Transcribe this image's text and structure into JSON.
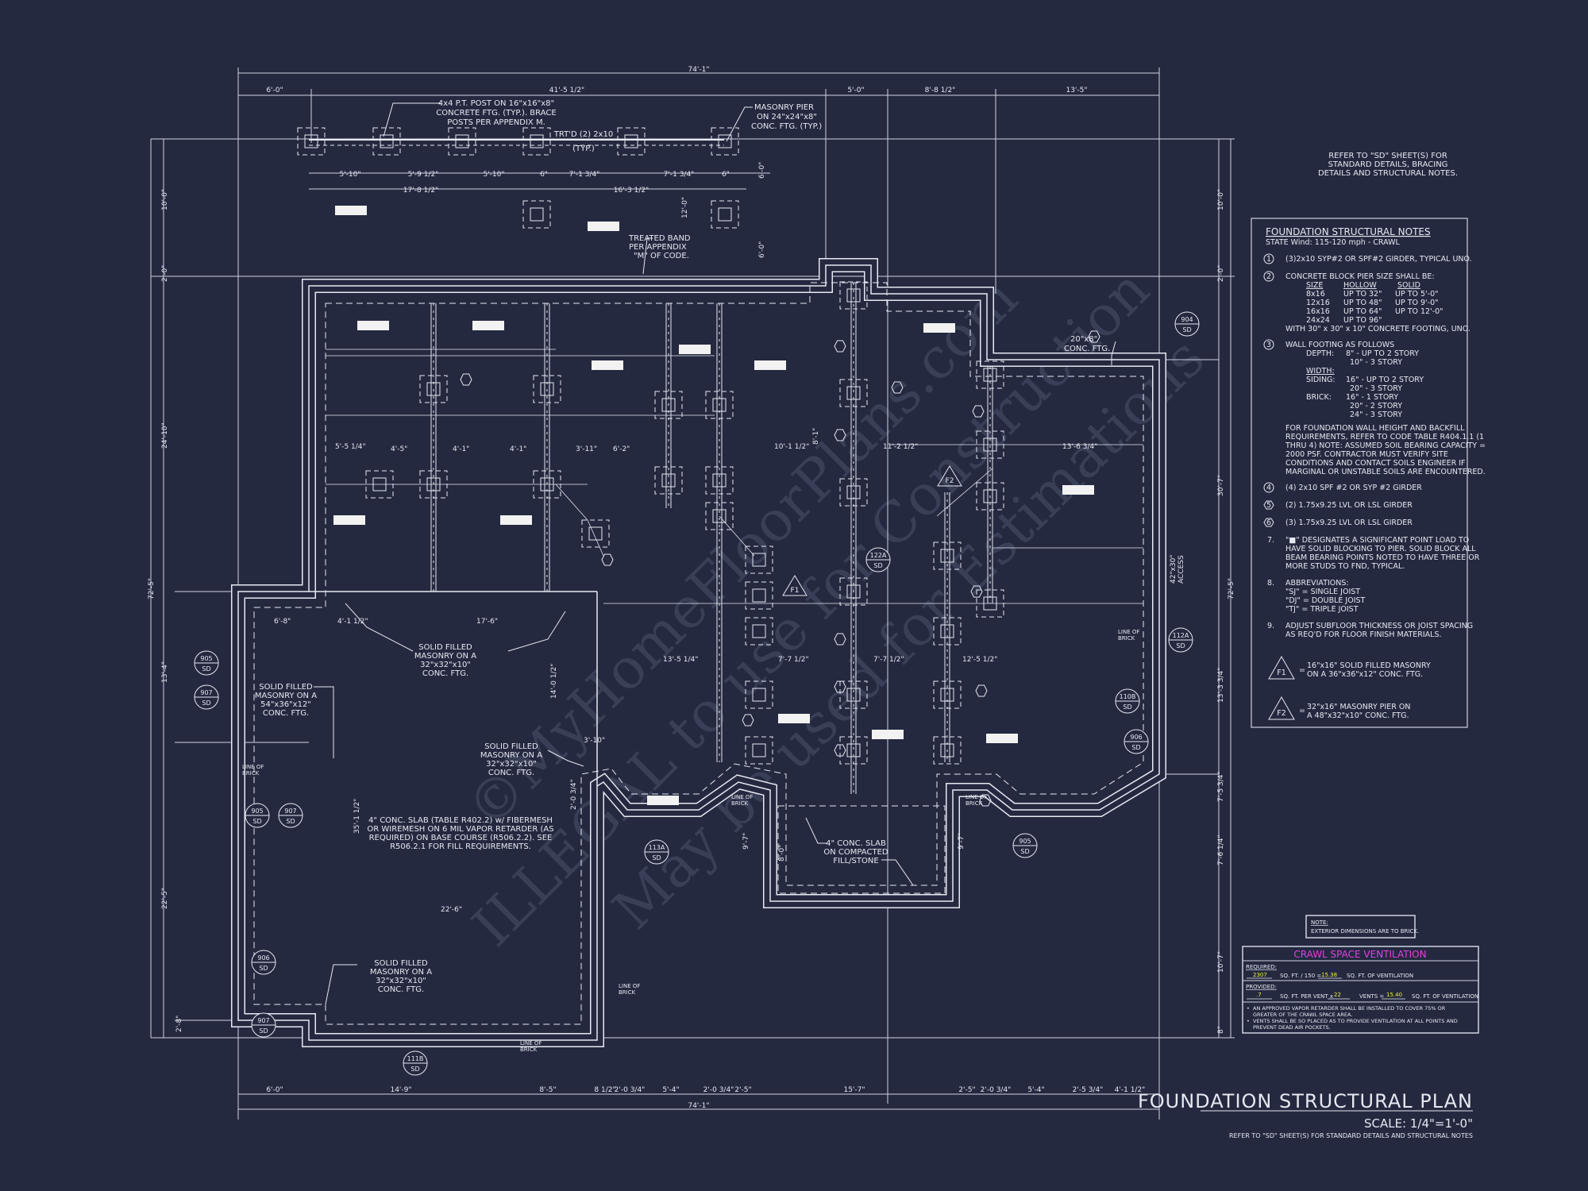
{
  "sheet": {
    "title": "FOUNDATION STRUCTURAL PLAN",
    "scale": "SCALE: 1/4\"=1'-0\"",
    "refer_footer": "REFER TO \"SD\" SHEET(S) FOR STANDARD DETAILS AND STRUCTURAL NOTES",
    "refer_top": [
      "REFER TO \"SD\"  SHEET(S) FOR",
      "STANDARD DETAILS, BRACING",
      "DETAILS AND STRUCTURAL NOTES."
    ],
    "watermark": [
      "©MyHomeFloorPlans.com",
      "ILLEGAL to use for Construction",
      "May be used for Estimations"
    ],
    "colors": {
      "background": "#242940",
      "linework": "#e6e8f0",
      "ventilation_title": "#e040e0",
      "highlight": "#f0f040"
    }
  },
  "dimensions": {
    "top_overall": "74'-1\"",
    "top": [
      "6'-0\"",
      "41'-5 1/2\"",
      "5'-0\"",
      "8'-8 1/2\"",
      "13'-5\""
    ],
    "porch_row1": [
      "5'-10\"",
      "5'-9 1/2\"",
      "5'-10\"",
      "6\"",
      "7'-1 3/4\"",
      "7'-1 3/4\"",
      "6\""
    ],
    "porch_row2": [
      "17'-8 1/2\"",
      "16'-3 1/2\""
    ],
    "porch_vertical": [
      "6'-0\"",
      "6'-0\"",
      "12'-0\""
    ],
    "left": [
      "10'-0\"",
      "2'-0\"",
      "24'-10\"",
      "72'-5\"",
      "13'-4\"",
      "22'-5\"",
      "2'-8\""
    ],
    "right": [
      "10'-0\"",
      "2'-0\"",
      "30'-7\"",
      "72'-5\"",
      "13'-3 3/4\"",
      "7'-5 3/4\"",
      "7'-6 1/4\"",
      "10'-7\"",
      "8\""
    ],
    "bottom": [
      "6'-0\"",
      "14'-9\"",
      "8'-5\"",
      "8 1/2\"",
      "2'-0 3/4\"",
      "5'-4\"",
      "2'-0 3/4\"",
      "2'-5\"",
      "15'-7\"",
      "2'-5\"",
      "2'-0 3/4\"",
      "5'-4\"",
      "2'-5 3/4\"",
      "4'-1 1/2\""
    ],
    "bottom_overall": "74'-1\"",
    "interior": [
      "6'-8\"",
      "4'-1 1/2\"",
      "17'-6\"",
      "14'-0 1/2\"",
      "35'-1 1/2\"",
      "3'-10\"",
      "2'-0 3/4\"",
      "22'-6\"",
      "5'-5 1/4\"",
      "4'-5\"",
      "4'-1\"",
      "4'-1\"",
      "3'-11\"",
      "6'-2\"",
      "10'-1 1/2\"",
      "11'-2 1/2\"",
      "13'-6 3/4\"",
      "13'-5 1/4\"",
      "7'-7 1/2\"",
      "7'-7 1/2\"",
      "12'-5 1/2\"",
      "8'-1\"",
      "9'-7\"",
      "9'-7\"",
      "8'-0\""
    ]
  },
  "callouts": {
    "post_note": [
      "4x4 P.T. POST ON 16\"x16\"x8\"",
      "CONCRETE FTG. (TYP.). BRACE",
      "POSTS PER APPENDIX M."
    ],
    "pier_note": [
      "MASONRY PIER",
      "ON 24\"x24\"x8\"",
      "CONC. FTG. (TYP.)"
    ],
    "band_top": [
      "TRT'D (2) 2x10",
      "(TYP.)"
    ],
    "treated_band": [
      "TREATED BAND",
      "PER APPENDIX",
      "\"M\" OF CODE."
    ],
    "ftg_20x8": [
      "20\"x8\"",
      "CONC. FTG."
    ],
    "solid_32_a": [
      "SOLID FILLED",
      "MASONRY ON A",
      "32\"x32\"x10\"",
      "CONC. FTG."
    ],
    "solid_54": [
      "SOLID FILLED",
      "MASONRY ON A",
      "54\"x36\"x12\"",
      "CONC. FTG."
    ],
    "solid_32_b": [
      "SOLID FILLED",
      "MASONRY ON A",
      "32\"x32\"x10\"",
      "CONC. FTG."
    ],
    "solid_32_c": [
      "SOLID FILLED",
      "MASONRY ON A",
      "32\"x32\"x10\"",
      "CONC. FTG."
    ],
    "garage_slab": [
      "4\" CONC. SLAB (TABLE R402.2) w/ FIBERMESH",
      "OR WIREMESH ON 6 MIL VAPOR RETARDER (AS",
      "REQUIRED) ON BASE COURSE (R506.2.2). SEE",
      "R506.2.1 FOR FILL REQUIREMENTS."
    ],
    "porch_slab": [
      "4\" CONC. SLAB",
      "ON COMPACTED",
      "FILL/STONE"
    ],
    "line_of_brick": [
      "LINE OF",
      "BRICK"
    ],
    "access": [
      "42\"x30\"",
      "ACCESS"
    ],
    "details": [
      {
        "num": "905",
        "sheet": "SD"
      },
      {
        "num": "907",
        "sheet": "SD"
      },
      {
        "num": "905",
        "sheet": "SD"
      },
      {
        "num": "907",
        "sheet": "SD"
      },
      {
        "num": "906",
        "sheet": "SD"
      },
      {
        "num": "907",
        "sheet": "SD"
      },
      {
        "num": "111B",
        "sheet": "SD"
      },
      {
        "num": "113A",
        "sheet": "SD"
      },
      {
        "num": "122A",
        "sheet": "SD"
      },
      {
        "num": "905",
        "sheet": "SD"
      },
      {
        "num": "112A",
        "sheet": "SD"
      },
      {
        "num": "110B",
        "sheet": "SD"
      },
      {
        "num": "906",
        "sheet": "SD"
      },
      {
        "num": "904",
        "sheet": "SD"
      }
    ],
    "footing_tags": [
      "F1",
      "F2"
    ]
  },
  "notes": {
    "title": "FOUNDATION STRUCTURAL NOTES",
    "subtitle": "STATE Wind: 115-120 mph - CRAWL",
    "n1": {
      "tag": "1",
      "text": "(3)2x10 SYP#2 OR SPF#2 GIRDER, TYPICAL UNO."
    },
    "n2": {
      "tag": "2",
      "text": "CONCRETE BLOCK PIER SIZE SHALL BE:",
      "headers": [
        "SIZE",
        "HOLLOW",
        "SOLID"
      ],
      "rows": [
        [
          "8x16",
          "UP TO 32\"",
          "UP TO 5'-0\""
        ],
        [
          "12x16",
          "UP TO 48\"",
          "UP TO 9'-0\""
        ],
        [
          "16x16",
          "UP TO 64\"",
          "UP TO 12'-0\""
        ],
        [
          "24x24",
          "UP TO 96\"",
          ""
        ]
      ],
      "footing": "WITH 30\" x 30\" x 10\" CONCRETE FOOTING, UNO."
    },
    "n3": {
      "tag": "3",
      "text": "WALL FOOTING AS FOLLOWS",
      "lines": [
        [
          "DEPTH:",
          "8\" - UP TO 2 STORY"
        ],
        [
          "",
          "10\" - 3 STORY"
        ],
        [
          "WIDTH:",
          ""
        ],
        [
          "SIDING:",
          "16\" - UP TO 2 STORY"
        ],
        [
          "",
          "20\" - 3 STORY"
        ],
        [
          "BRICK:",
          "16\" - 1 STORY"
        ],
        [
          "",
          "20\" - 2 STORY"
        ],
        [
          "",
          "24\" - 3 STORY"
        ]
      ],
      "backfill": [
        "FOR FOUNDATION WALL HEIGHT AND BACKFILL",
        "REQUIREMENTS, REFER TO CODE TABLE R404.1.1 (1",
        "THRU 4) NOTE: ASSUMED SOIL BEARING CAPACITY =",
        "2000 PSF. CONTRACTOR MUST VERIFY SITE",
        "CONDITIONS AND CONTACT SOILS ENGINEER IF",
        "MARGINAL OR UNSTABLE SOILS ARE ENCOUNTERED."
      ]
    },
    "n4": {
      "tag": "4",
      "text": "(4) 2x10 SPF #2 OR SYP #2 GIRDER"
    },
    "n5": {
      "tag": "5",
      "text": "(2) 1.75x9.25 LVL OR LSL GIRDER"
    },
    "n6": {
      "tag": "6",
      "text": "(3) 1.75x9.25 LVL OR LSL GIRDER"
    },
    "n7": {
      "tag": "7.",
      "lines": [
        "\"■\" DESIGNATES A SIGNIFICANT POINT LOAD TO",
        "HAVE SOLID BLOCKING TO  PIER. SOLID BLOCK ALL",
        "BEAM BEARING POINTS NOTED TO HAVE THREE OR",
        "MORE STUDS TO FND, TYPICAL."
      ]
    },
    "n8": {
      "tag": "8.",
      "text": "ABBREVIATIONS:",
      "items": [
        "\"SJ\" = SINGLE JOIST",
        "\"DJ\" = DOUBLE JOIST",
        "\"TJ\" = TRIPLE JOIST"
      ]
    },
    "n9": {
      "tag": "9.",
      "lines": [
        "ADJUST SUBFLOOR THICKNESS OR JOIST SPACING",
        "AS REQ'D FOR FLOOR FINISH MATERIALS."
      ]
    },
    "f1": {
      "tag": "F1",
      "lines": [
        "16\"x16\" SOLID FILLED MASONRY",
        "ON A 36\"x36\"x12\" CONC. FTG."
      ]
    },
    "f2": {
      "tag": "F2",
      "lines": [
        "32\"x16\" MASONRY PIER ON",
        "A 48\"x32\"x10\" CONC. FTG."
      ]
    }
  },
  "ext_note": {
    "label": "NOTE:",
    "text": "EXTERIOR DIMENSIONS ARE TO BRICK."
  },
  "ventilation": {
    "title": "CRAWL SPACE VENTILATION",
    "required_label": "REQUIRED:",
    "required_area": "2307",
    "required_text1": "SQ. FT. / 150 =",
    "required_vent": "15.38",
    "required_text2": "SQ. FT. OF VENTILATION",
    "provided_label": "PROVIDED:",
    "per_vent": ".7",
    "provided_text1": "SQ. FT. PER VENT x",
    "vents": "22",
    "provided_text2": "VENTS =",
    "provided_total": "15.40",
    "provided_text3": "SQ. FT. OF VENTILATION",
    "bullets": [
      "AN APPROVED VAPOR RETARDER SHALL BE INSTALLED TO COVER 75% OR",
      "GREATER OF THE CRAWL SPACE AREA.",
      "VENTS SHALL BE SO PLACED AS TO PROVIDE VENTILATION AT ALL POINTS AND",
      "PREVENT DEAD AIR POCKETS."
    ]
  }
}
